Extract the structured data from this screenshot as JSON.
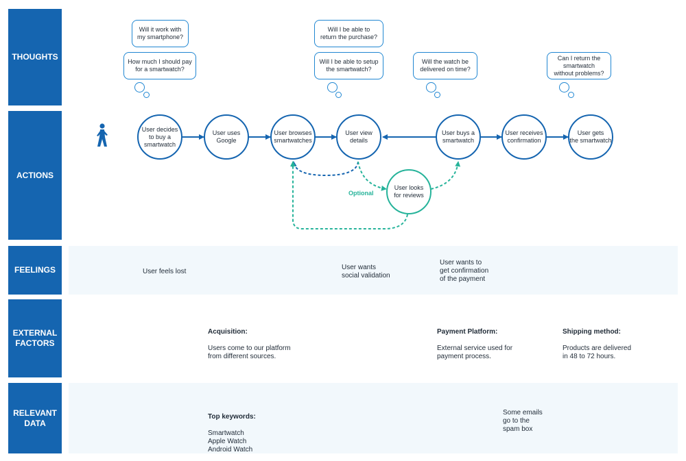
{
  "lanes": {
    "thoughts": "THOUGHTS",
    "actions": "ACTIONS",
    "feelings": "FEELINGS",
    "external": "EXTERNAL\nFACTORS",
    "relevant": "RELEVANT\nDATA"
  },
  "thoughts": [
    "Will it work with\nmy smartphone?",
    "How much I should pay\nfor a smartwatch?",
    "Will I be able to\nreturn the purchase?",
    "Will I be able to setup\nthe smartwatch?",
    "Will the watch be\ndelivered on time?",
    "Can I return the\nsmartwatch\nwithout problems?"
  ],
  "actions": [
    "User decides\nto buy a\nsmartwatch",
    "User uses\nGoogle",
    "User browses\nsmartwatches",
    "User view\ndetails",
    "User buys a\nsmartwatch",
    "User receives\nconfirmation",
    "User gets\nthe smartwatch"
  ],
  "optional_node": "User looks\nfor reviews",
  "optional_label": "Optional",
  "feelings": [
    "User feels lost",
    "User wants\nsocial validation",
    "User wants to\nget confirmation\nof the payment"
  ],
  "external": [
    {
      "title": "Acquisition:",
      "text": "Users come to our platform\nfrom different sources."
    },
    {
      "title": "Payment Platform:",
      "text": "External service used for\npayment process."
    },
    {
      "title": "Shipping method:",
      "text": "Products are delivered\nin 48 to 72 hours."
    }
  ],
  "relevant": {
    "keywords_title": "Top keywords:",
    "keywords": "Smartwatch\nApple Watch\nAndroid Watch",
    "emails": "Some emails\ngo to the\nspam box"
  },
  "colors": {
    "primary": "#1565b0",
    "accent": "#26b39a",
    "bubble": "#1f86d2",
    "band": "#f2f8fc"
  },
  "icons": {
    "user": "walking-person-icon"
  }
}
